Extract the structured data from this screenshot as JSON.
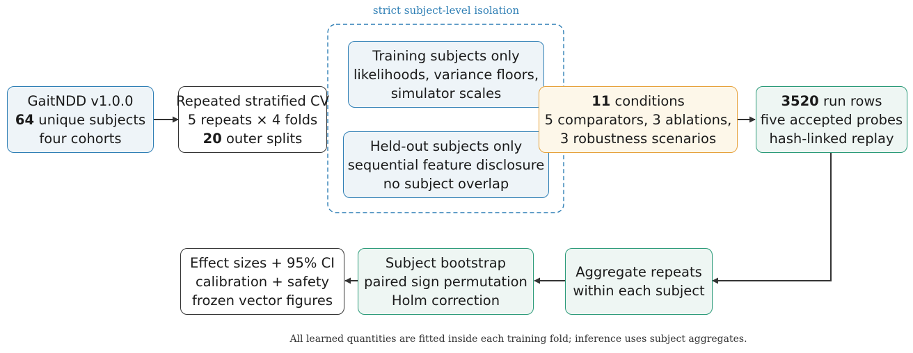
{
  "isolation_label": "strict subject-level isolation",
  "nodes": {
    "dataset": {
      "lines": [
        [
          {
            "t": "GaitNDD v1.0.0"
          }
        ],
        [
          {
            "t": "64",
            "b": true
          },
          {
            "t": " unique subjects"
          }
        ],
        [
          {
            "t": "four cohorts"
          }
        ]
      ]
    },
    "cv": {
      "lines": [
        [
          {
            "t": "Repeated stratified CV"
          }
        ],
        [
          {
            "t": "5 repeats × 4 folds"
          }
        ],
        [
          {
            "t": "20",
            "b": true
          },
          {
            "t": " outer splits"
          }
        ]
      ]
    },
    "training": {
      "lines": [
        [
          {
            "t": "Training subjects only"
          }
        ],
        [
          {
            "t": "likelihoods, variance floors,"
          }
        ],
        [
          {
            "t": "simulator scales"
          }
        ]
      ]
    },
    "heldout": {
      "lines": [
        [
          {
            "t": "Held-out subjects only"
          }
        ],
        [
          {
            "t": "sequential feature disclosure"
          }
        ],
        [
          {
            "t": "no subject overlap"
          }
        ]
      ]
    },
    "conditions": {
      "lines": [
        [
          {
            "t": "11",
            "b": true
          },
          {
            "t": " conditions"
          }
        ],
        [
          {
            "t": "5 comparators, 3 ablations,"
          }
        ],
        [
          {
            "t": "3 robustness scenarios"
          }
        ]
      ]
    },
    "runs": {
      "lines": [
        [
          {
            "t": "3520",
            "b": true
          },
          {
            "t": " run rows"
          }
        ],
        [
          {
            "t": "five accepted probes"
          }
        ],
        [
          {
            "t": "hash-linked replay"
          }
        ]
      ]
    },
    "aggregate": {
      "lines": [
        [
          {
            "t": "Aggregate repeats"
          }
        ],
        [
          {
            "t": "within each subject"
          }
        ]
      ]
    },
    "bootstrap": {
      "lines": [
        [
          {
            "t": "Subject bootstrap"
          }
        ],
        [
          {
            "t": "paired sign permutation"
          }
        ],
        [
          {
            "t": "Holm correction"
          }
        ]
      ]
    },
    "effects": {
      "lines": [
        [
          {
            "t": "Effect sizes + 95% CI"
          }
        ],
        [
          {
            "t": "calibration + safety"
          }
        ],
        [
          {
            "t": "frozen vector figures"
          }
        ]
      ]
    }
  },
  "footnote": "All learned quantities are fitted inside each training fold; inference uses subject aggregates.",
  "colors": {
    "blue_border": "#2f7fb5",
    "blue_fill": "#eef4f8",
    "green_border": "#2a9a78",
    "green_fill": "#eef6f3",
    "orange_border": "#e6a23c",
    "orange_fill": "#fdf7e9",
    "arrow": "#333333"
  }
}
